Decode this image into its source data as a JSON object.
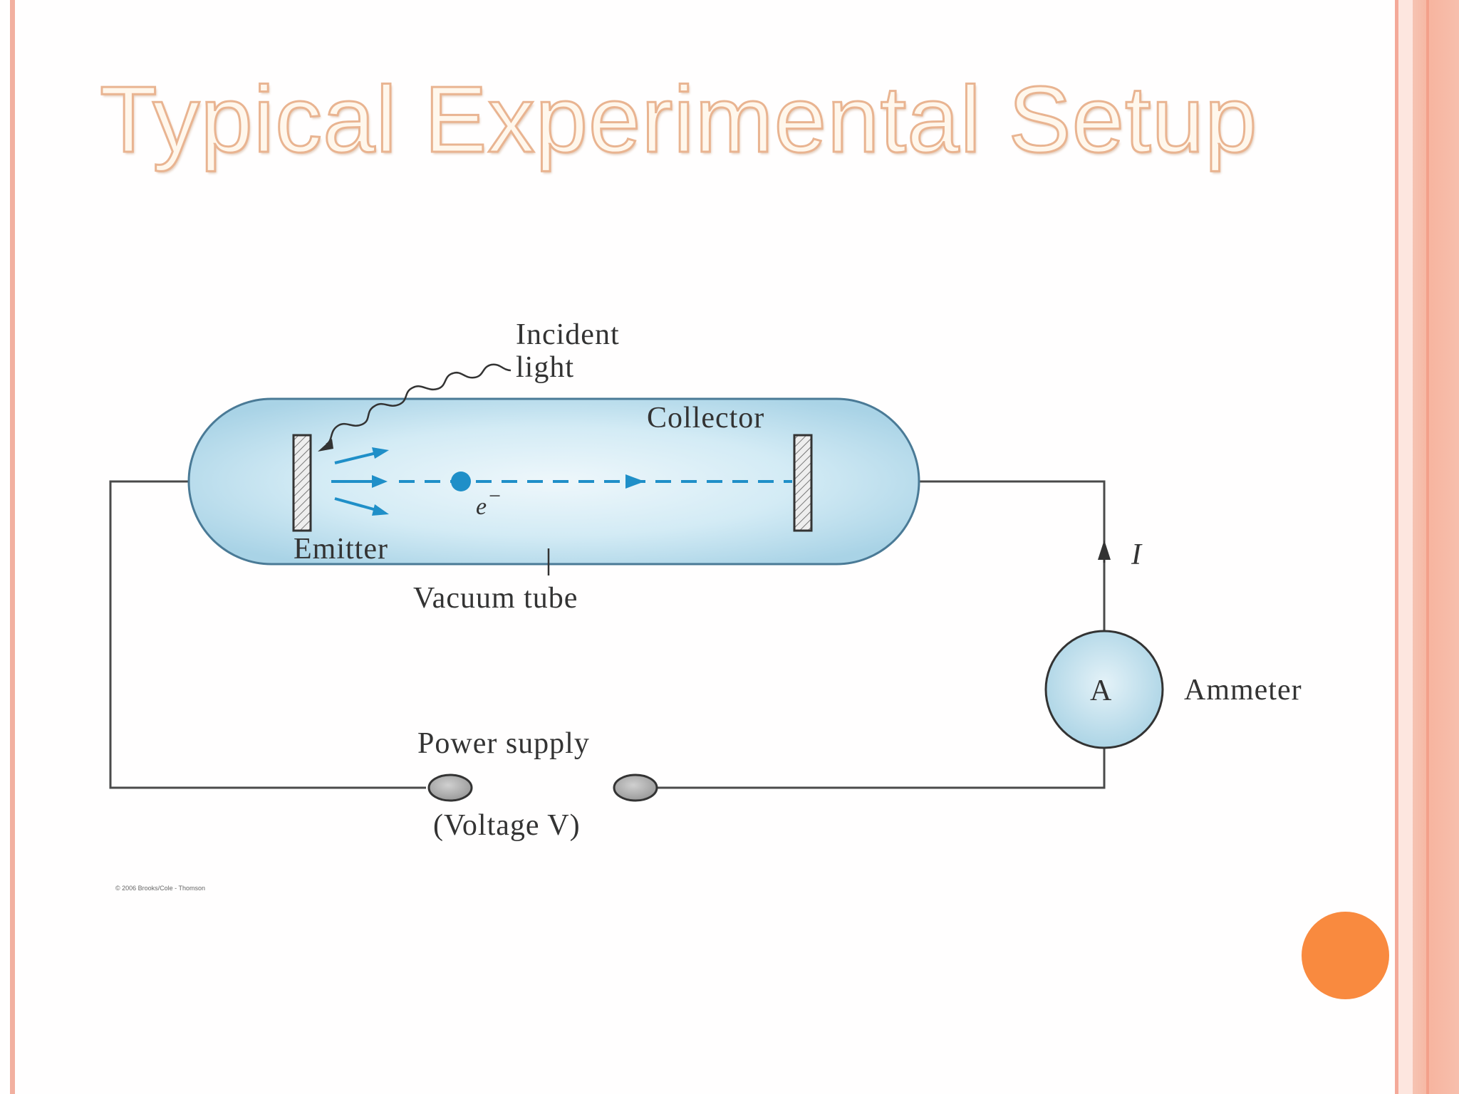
{
  "slide": {
    "title": "Typical Experimental Setup",
    "copyright": "© 2006 Brooks/Cole - Thomson"
  },
  "diagram": {
    "labels": {
      "incident_light_1": "Incident",
      "incident_light_2": "light",
      "collector": "Collector",
      "emitter": "Emitter",
      "electron": "e",
      "electron_charge": "−",
      "vacuum_tube": "Vacuum tube",
      "current": "I",
      "ammeter_symbol": "A",
      "ammeter": "Ammeter",
      "power_supply": "Power supply",
      "voltage": "(Voltage V)"
    }
  },
  "colors": {
    "tube_fill": "#bfe0ee",
    "arrow_blue": "#1f8fc8",
    "title_outline": "#e9b491",
    "accent_orange": "#f98a3f",
    "border_salmon": "#f4a999"
  }
}
